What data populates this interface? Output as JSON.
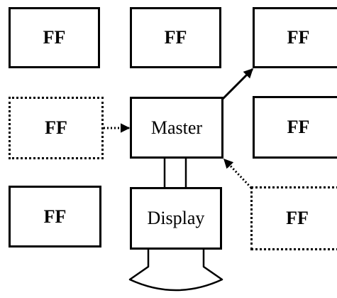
{
  "diagram": {
    "ff_label": "FF",
    "master_label": "Master",
    "display_label": "Display"
  }
}
